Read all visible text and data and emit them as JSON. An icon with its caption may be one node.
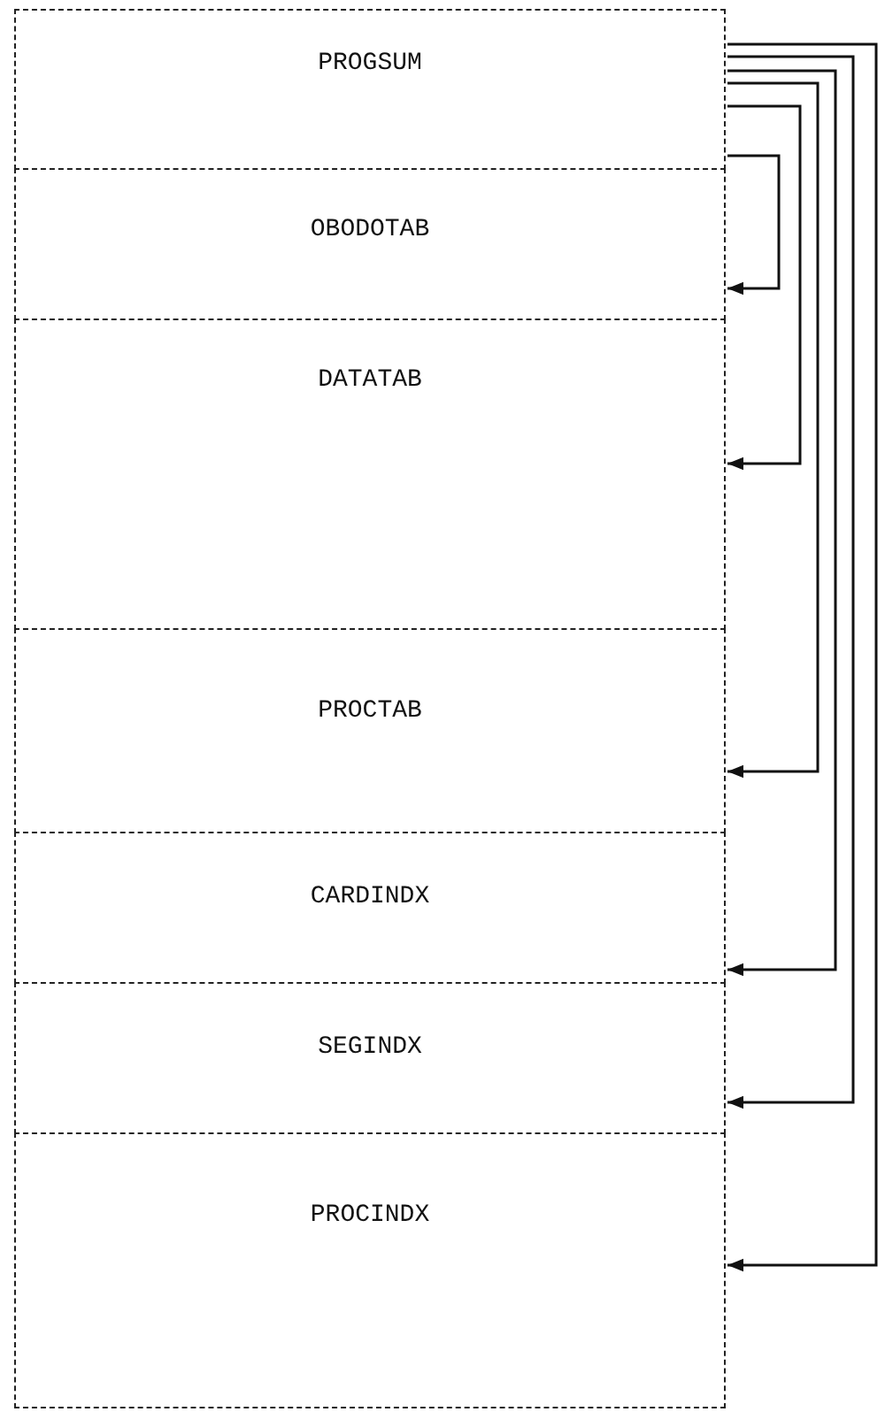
{
  "diagram": {
    "nodes": [
      {
        "text": [
          "PROGSUM"
        ]
      },
      {
        "text": [
          "OBODOTAB"
        ]
      },
      {
        "text": [
          "DATATAB"
        ]
      },
      {
        "text": [
          "PROCTAB"
        ]
      },
      {
        "text": [
          "CARDINDX"
        ]
      },
      {
        "text": [
          "SEGINDX"
        ]
      },
      {
        "text": [
          "PROCINDX"
        ]
      }
    ],
    "edges": [
      {
        "from": 0,
        "to": 1,
        "arrow": "to"
      },
      {
        "from": 0,
        "to": 2,
        "arrow": "to"
      },
      {
        "from": 0,
        "to": 3,
        "arrow": "to"
      },
      {
        "from": 0,
        "to": 4,
        "arrow": "to"
      },
      {
        "from": 0,
        "to": 5,
        "arrow": "to"
      },
      {
        "from": 0,
        "to": 6,
        "arrow": "to"
      }
    ]
  }
}
